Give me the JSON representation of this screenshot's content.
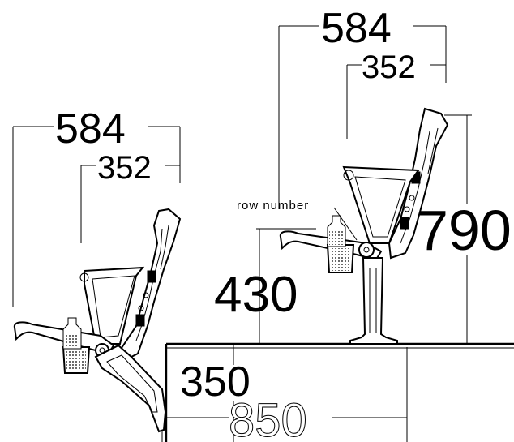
{
  "dimensions": {
    "left_depth": "584",
    "left_seat_depth": "352",
    "right_depth": "584",
    "right_seat_depth": "352",
    "right_height": "790",
    "riser_height": "430",
    "step_to_edge": "350",
    "row_spacing": "850"
  },
  "labels": {
    "row_number": "row number"
  },
  "colors": {
    "line": "#000000",
    "background": "#ffffff"
  }
}
